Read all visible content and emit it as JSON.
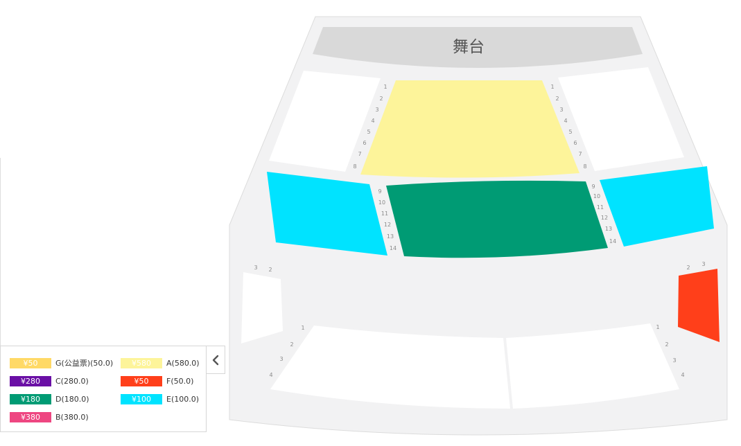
{
  "stage": {
    "label": "舞台"
  },
  "colors": {
    "venue_bg": "#f2f2f3",
    "venue_stroke": "#dcdcdc",
    "stage": "#d9d9d9",
    "available": "#ffffff",
    "A": "#fdf49a",
    "D": "#009b74",
    "E": "#00e3ff",
    "F": "#ff3f1a"
  },
  "row_numbers": {
    "left_upper": [
      "1",
      "2",
      "3",
      "4",
      "5",
      "6",
      "7",
      "8"
    ],
    "right_upper": [
      "1",
      "2",
      "3",
      "4",
      "5",
      "6",
      "7",
      "8"
    ],
    "left_middle": [
      "9",
      "10",
      "11",
      "12",
      "13",
      "14"
    ],
    "right_middle": [
      "9",
      "10",
      "11",
      "12",
      "13",
      "14"
    ],
    "left_side_box": [
      "3",
      "2"
    ],
    "right_side_box": [
      "2",
      "3"
    ],
    "left_lower": [
      "1",
      "2",
      "3",
      "4"
    ],
    "right_lower": [
      "1",
      "2",
      "3",
      "4"
    ]
  },
  "legend": {
    "items": [
      {
        "price": "¥50",
        "label": "G(公益票)(50.0)",
        "color": "#ffd966"
      },
      {
        "price": "¥580",
        "label": "A(580.0)",
        "color": "#fdf49a"
      },
      {
        "price": "¥280",
        "label": "C(280.0)",
        "color": "#6a0fa5"
      },
      {
        "price": "¥50",
        "label": "F(50.0)",
        "color": "#ff3f1a"
      },
      {
        "price": "¥180",
        "label": "D(180.0)",
        "color": "#009b74"
      },
      {
        "price": "¥100",
        "label": "E(100.0)",
        "color": "#00e3ff"
      },
      {
        "price": "¥380",
        "label": "B(380.0)",
        "color": "#ee4681"
      }
    ],
    "toggle_icon": "chevron-left-icon"
  }
}
